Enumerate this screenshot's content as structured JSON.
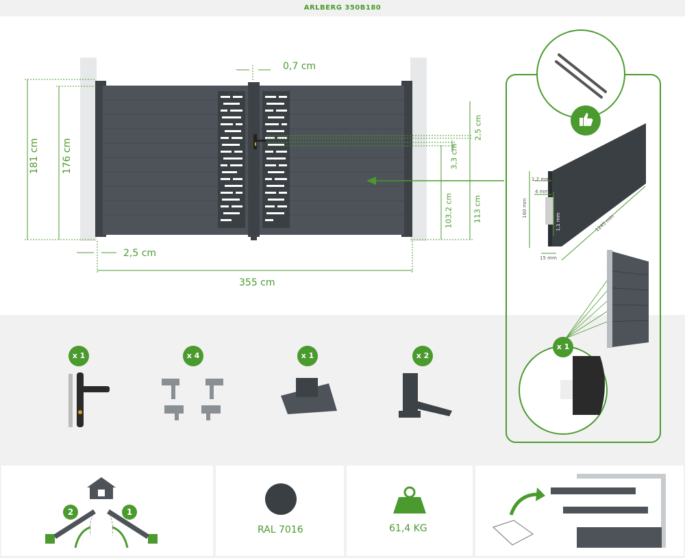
{
  "title": "ARLBERG 350B180",
  "dimensions": {
    "gap_top": "0,7 cm",
    "total_height": "181 cm",
    "leaf_height": "176 cm",
    "side_gap": "2,5 cm",
    "total_width": "355 cm",
    "rail_spacing": "2,5 cm",
    "rail_height": "3,3 cm",
    "lock_height": "103,2 cm",
    "handle_height": "113 cm"
  },
  "profile": {
    "thickness_top": "1,2 mm",
    "thickness_mid": "4 mm",
    "height": "160 mm",
    "inner": "1,1 mm",
    "width": "15 mm",
    "length": "1245 mm"
  },
  "accessories": [
    {
      "qty": "x 1",
      "icon": "handle-lock-icon"
    },
    {
      "qty": "x 4",
      "icon": "hinge-set-icon"
    },
    {
      "qty": "x 1",
      "icon": "ground-stop-icon"
    },
    {
      "qty": "x 2",
      "icon": "leaf-holder-icon"
    }
  ],
  "profile_badge": "x 1",
  "features": {
    "color": "RAL 7016",
    "weight": "61,4 KG",
    "opening_left": "2",
    "opening_right": "1"
  },
  "colors": {
    "accent": "#4a9a2e",
    "gate": "#4d5359",
    "gate_dark": "#3d4247"
  }
}
